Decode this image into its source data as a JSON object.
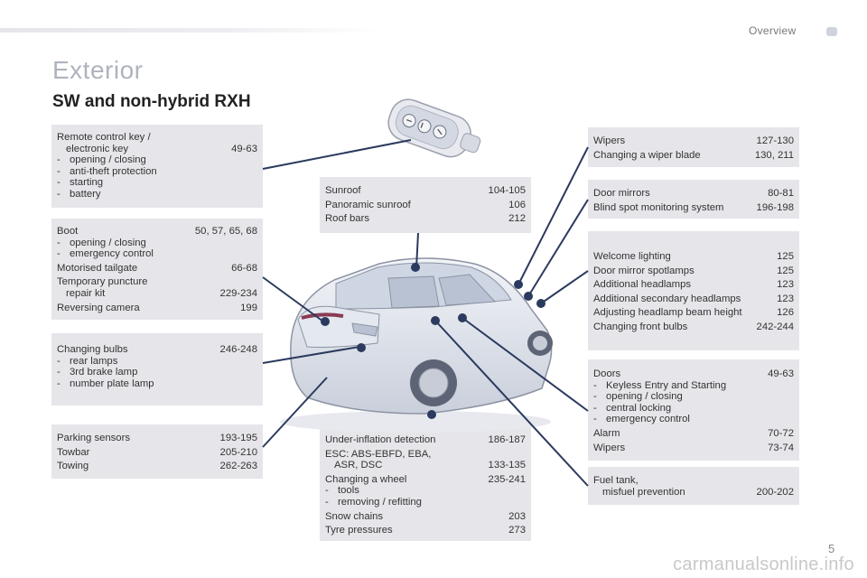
{
  "header": {
    "section": "Overview"
  },
  "title": "Exterior",
  "subtitle": "SW and non-hybrid RXH",
  "boxes": {
    "remote": {
      "main": [
        {
          "label": "Remote control key /",
          "page": ""
        },
        {
          "label": "electronic key",
          "page": "49-63"
        }
      ],
      "subs": [
        "opening / closing",
        "anti-theft protection",
        "starting",
        "battery"
      ]
    },
    "boot": {
      "main": [
        {
          "label": "Boot",
          "page": "50, 57, 65, 68"
        }
      ],
      "subs": [
        "opening / closing",
        "emergency control"
      ],
      "rows": [
        {
          "label": "Motorised tailgate",
          "page": "66-68"
        },
        {
          "label": "Temporary puncture",
          "page": ""
        },
        {
          "label": "repair kit",
          "page": "229-234"
        },
        {
          "label": "Reversing camera",
          "page": "199"
        }
      ]
    },
    "bulbs": {
      "main": [
        {
          "label": "Changing bulbs",
          "page": "246-248"
        }
      ],
      "subs": [
        "rear lamps",
        "3rd brake lamp",
        "number plate lamp"
      ]
    },
    "parking": {
      "rows": [
        {
          "label": "Parking sensors",
          "page": "193-195"
        },
        {
          "label": "Towbar",
          "page": "205-210"
        },
        {
          "label": "Towing",
          "page": "262-263"
        }
      ]
    },
    "sunroof": {
      "rows": [
        {
          "label": "Sunroof",
          "page": "104-105"
        },
        {
          "label": "Panoramic sunroof",
          "page": "106"
        },
        {
          "label": "Roof bars",
          "page": "212"
        }
      ]
    },
    "tyres": {
      "rows1": [
        {
          "label": "Under-inflation detection",
          "page": "186-187"
        },
        {
          "label": "ESC: ABS-EBFD, EBA,",
          "page": ""
        },
        {
          "label": "ASR, DSC",
          "page": "133-135"
        },
        {
          "label": "Changing a wheel",
          "page": "235-241"
        }
      ],
      "subs": [
        "tools",
        "removing / refitting"
      ],
      "rows2": [
        {
          "label": "Snow chains",
          "page": "203"
        },
        {
          "label": "Tyre pressures",
          "page": "273"
        }
      ]
    },
    "wipers": {
      "rows": [
        {
          "label": "Wipers",
          "page": "127-130"
        },
        {
          "label": "Changing a wiper blade",
          "page": "130, 211"
        }
      ]
    },
    "mirrors": {
      "rows": [
        {
          "label": "Door mirrors",
          "page": "80-81"
        },
        {
          "label": "Blind spot monitoring system",
          "page": "196-198"
        }
      ]
    },
    "lighting": {
      "rows": [
        {
          "label": "Welcome lighting",
          "page": "125"
        },
        {
          "label": "Door mirror spotlamps",
          "page": "125"
        },
        {
          "label": "Additional headlamps",
          "page": "123"
        },
        {
          "label": "Additional secondary headlamps",
          "page": "123"
        },
        {
          "label": "Adjusting headlamp beam height",
          "page": "126"
        },
        {
          "label": "Changing front bulbs",
          "page": "242-244"
        }
      ]
    },
    "doors": {
      "main": [
        {
          "label": "Doors",
          "page": "49-63"
        }
      ],
      "subs": [
        "Keyless Entry and Starting",
        "opening / closing",
        "central locking",
        "emergency control"
      ],
      "rows": [
        {
          "label": "Alarm",
          "page": "70-72"
        },
        {
          "label": "Wipers",
          "page": "73-74"
        }
      ]
    },
    "fuel": {
      "rows": [
        {
          "label": "Fuel tank,",
          "page": ""
        },
        {
          "label": "misfuel prevention",
          "page": "200-202"
        }
      ]
    }
  },
  "page_number": "5",
  "watermark": "carmanualsonline.info",
  "colors": {
    "box_bg": "#e6e6ea",
    "line": "#2b3a5e",
    "title": "#aeb3be",
    "pointer_dot": "#2b3a5e"
  }
}
